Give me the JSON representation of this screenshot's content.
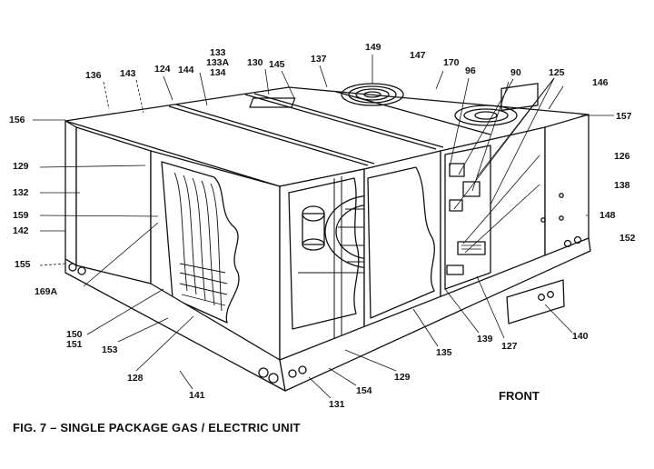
{
  "caption": "FIG. 7 – SINGLE PACKAGE GAS / ELECTRIC UNIT",
  "front_label": "FRONT",
  "callouts": [
    {
      "id": "c136",
      "text": "136"
    },
    {
      "id": "c143",
      "text": "143"
    },
    {
      "id": "c124",
      "text": "124"
    },
    {
      "id": "c144",
      "text": "144"
    },
    {
      "id": "c133",
      "text": "133"
    },
    {
      "id": "c133a",
      "text": "133A"
    },
    {
      "id": "c134",
      "text": "134"
    },
    {
      "id": "c130",
      "text": "130"
    },
    {
      "id": "c145",
      "text": "145"
    },
    {
      "id": "c137",
      "text": "137"
    },
    {
      "id": "c149",
      "text": "149"
    },
    {
      "id": "c147",
      "text": "147"
    },
    {
      "id": "c170",
      "text": "170"
    },
    {
      "id": "c96",
      "text": "96"
    },
    {
      "id": "c90",
      "text": "90"
    },
    {
      "id": "c125",
      "text": "125"
    },
    {
      "id": "c146",
      "text": "146"
    },
    {
      "id": "c157",
      "text": "157"
    },
    {
      "id": "c156",
      "text": "156"
    },
    {
      "id": "c129a",
      "text": "129"
    },
    {
      "id": "c132",
      "text": "132"
    },
    {
      "id": "c159",
      "text": "159"
    },
    {
      "id": "c142",
      "text": "142"
    },
    {
      "id": "c155",
      "text": "155"
    },
    {
      "id": "c126",
      "text": "126"
    },
    {
      "id": "c138",
      "text": "138"
    },
    {
      "id": "c148",
      "text": "148"
    },
    {
      "id": "c152",
      "text": "152"
    },
    {
      "id": "c169a",
      "text": "169A"
    },
    {
      "id": "c150",
      "text": "150"
    },
    {
      "id": "c151",
      "text": "151"
    },
    {
      "id": "c153",
      "text": "153"
    },
    {
      "id": "c128",
      "text": "128"
    },
    {
      "id": "c141",
      "text": "141"
    },
    {
      "id": "c131",
      "text": "131"
    },
    {
      "id": "c154",
      "text": "154"
    },
    {
      "id": "c129b",
      "text": "129"
    },
    {
      "id": "c135",
      "text": "135"
    },
    {
      "id": "c139",
      "text": "139"
    },
    {
      "id": "c127",
      "text": "127"
    },
    {
      "id": "c140",
      "text": "140"
    }
  ]
}
